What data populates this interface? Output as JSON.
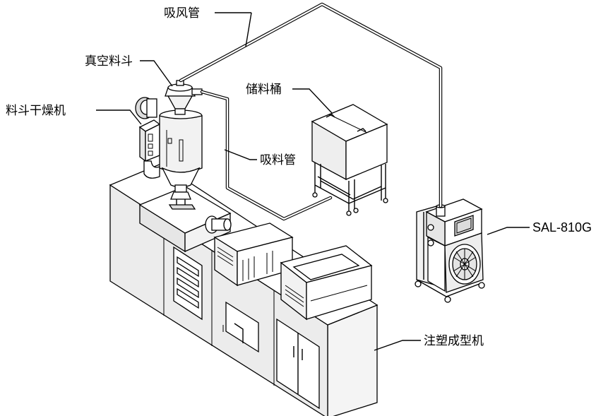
{
  "labels": {
    "suction_pipe": "吸风管",
    "vacuum_hopper": "真空料斗",
    "hopper_dryer": "料斗干燥机",
    "storage_bin": "储料桶",
    "material_pipe": "吸料管",
    "loader_model": "SAL-810G",
    "injection_machine": "注塑成型机"
  },
  "colors": {
    "line": "#000000",
    "fill_light": "#f4f4f4",
    "fill_mid": "#e6e6e6",
    "fill_dark": "#cfcfcf",
    "background": "#ffffff"
  }
}
